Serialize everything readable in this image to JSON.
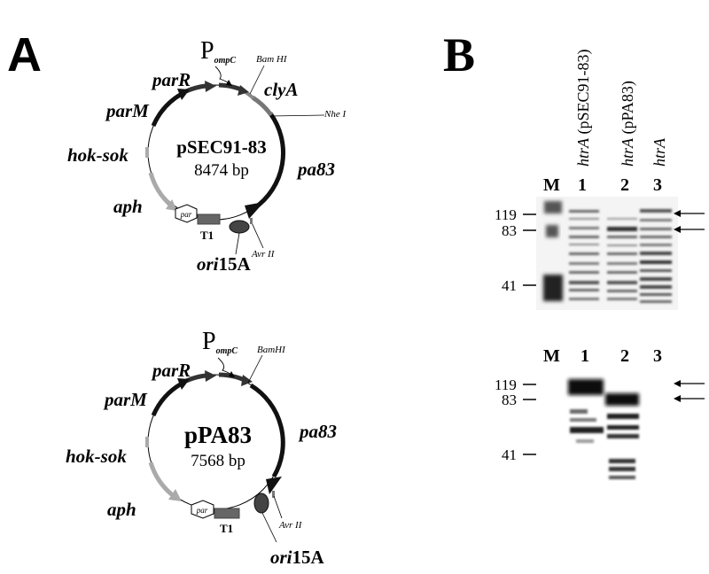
{
  "panel_a": {
    "letter": "A",
    "top_plasmid": {
      "name": "pSEC91-83",
      "size": "8474 bp",
      "promoter_main": "P",
      "promoter_sub": "ompC",
      "bamhi_label": "Bam HI",
      "nhei_label": "Nhe I",
      "avrii_label": "Avr II",
      "genes": {
        "parR": "parR",
        "clyA": "clyA",
        "parM": "parM",
        "hok_sok": "hok-sok",
        "pa83": "pa83",
        "aph": "aph",
        "par": "par",
        "t1": "T1"
      },
      "ori_italic": "ori",
      "ori_rest": "15A"
    },
    "bottom_plasmid": {
      "name": "pPA83",
      "size": "7568 bp",
      "promoter_main": "P",
      "promoter_sub": "ompC",
      "bamhi_label": "BamHI",
      "avrii_label": "Avr II",
      "genes": {
        "parR": "parR",
        "parM": "parM",
        "hok_sok": "hok-sok",
        "pa83": "pa83",
        "aph": "aph",
        "par": "par",
        "t1": "T1"
      },
      "ori_italic": "ori",
      "ori_rest": "15A"
    }
  },
  "panel_b": {
    "letter": "B",
    "lane_headers": [
      {
        "italic": "htrA",
        "rest": " (pSEC91-83)"
      },
      {
        "italic": "htrA",
        "rest": " (pPA83)"
      },
      {
        "italic": "htrA",
        "rest": ""
      }
    ],
    "top_gel": {
      "lane_labels": [
        "M",
        "1",
        "2",
        "3"
      ],
      "markers": [
        "119",
        "83",
        "41"
      ]
    },
    "bottom_gel": {
      "lane_labels": [
        "M",
        "1",
        "2",
        "3"
      ],
      "markers": [
        "119",
        "83",
        "41"
      ]
    }
  },
  "colors": {
    "dark_arrow": "#1a1a1a",
    "mid_gray": "#7a7a7a",
    "light_gray": "#a8a8a8"
  }
}
